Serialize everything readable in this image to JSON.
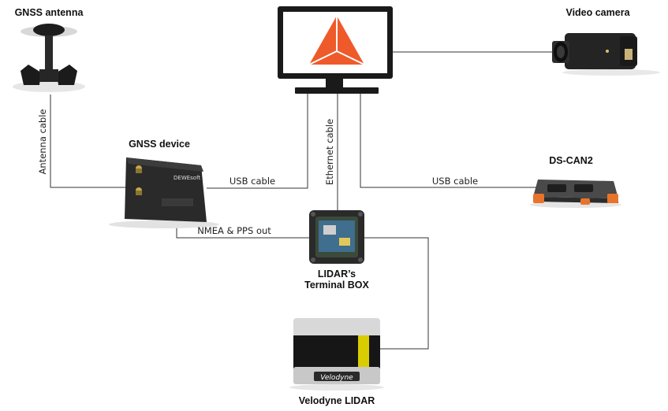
{
  "nodes": {
    "gnss_antenna": "GNSS antenna",
    "video_camera": "Video camera",
    "gnss_device": "GNSS device",
    "ds_can2": "DS-CAN2",
    "terminal_box_line1": "LIDAR’s",
    "terminal_box_line2": "Terminal BOX",
    "velodyne_lidar": "Velodyne LIDAR"
  },
  "cables": {
    "antenna_cable": "Antenna cable",
    "usb_cable_left": "USB cable",
    "ethernet_cable": "Ethernet cable",
    "usb_cable_right": "USB cable",
    "nmea_pps": "NMEA & PPS out"
  },
  "device_markings": {
    "gnss_brand": "DEWEsoft",
    "lidar_brand": "Velodyne"
  },
  "colors": {
    "logo_orange": "#ef5a2a",
    "lidar_yellow": "#f0e000",
    "can_orange": "#e8742c",
    "line": "#333333"
  }
}
